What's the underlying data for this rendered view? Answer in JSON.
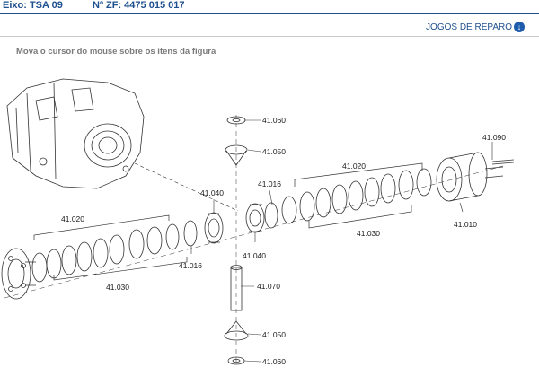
{
  "header": {
    "axle": "Eixo: TSA 09",
    "zf_number": "Nº ZF: 4475 015 017"
  },
  "repair_kits": {
    "label": "JOGOS DE REPARO",
    "icon": "circle-arrow-down-icon"
  },
  "instruction": "Mova o cursor do mouse sobre os itens da figura",
  "colors": {
    "brand": "#1e4f8e",
    "line": "#333333"
  },
  "parts": {
    "p41060_top": "41.060",
    "p41050_top": "41.050",
    "p41016_right": "41.016",
    "p41020_right": "41.020",
    "p41090": "41.090",
    "p41010": "41.010",
    "p41030_right": "41.030",
    "p41040_left": "41.040",
    "p41040_right": "41.040",
    "p41020_left": "41.020",
    "p41016_left": "41.016",
    "p41030_left": "41.030",
    "p41070": "41.070",
    "p41050_bottom": "41.050",
    "p41060_bottom": "41.060"
  }
}
